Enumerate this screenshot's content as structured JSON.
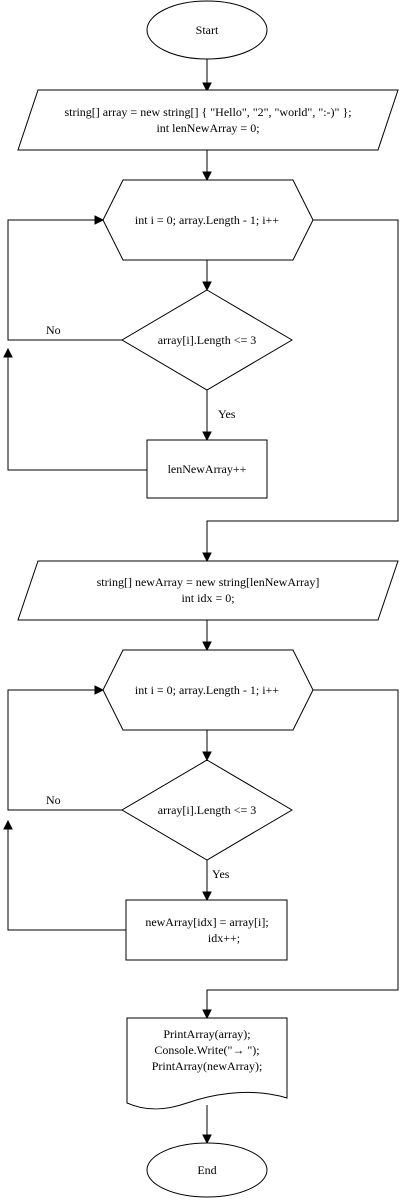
{
  "nodes": {
    "start": {
      "label": "Start"
    },
    "init_array": {
      "line1": "string[] array = new string[] {  \"Hello\", \"2\", \"world\", \":-)\" };",
      "line2": "int lenNewArray = 0;"
    },
    "loop1": {
      "label": "int i = 0;  array.Length - 1; i++"
    },
    "cond1": {
      "label": "array[i].Length <= 3"
    },
    "inc_len": {
      "label": "lenNewArray++"
    },
    "init_new_array": {
      "line1": "string[] newArray = new string[lenNewArray]",
      "line2": "int idx = 0;"
    },
    "loop2": {
      "label": "int i = 0;  array.Length - 1; i++"
    },
    "cond2": {
      "label": "array[i].Length <= 3"
    },
    "assign": {
      "line1": "newArray[idx] = array[i];",
      "line2": "idx++;"
    },
    "output": {
      "line1": "PrintArray(array);",
      "line2": "Console.Write(\"→ \");",
      "line3": "PrintArray(newArray);"
    },
    "end": {
      "label": "End"
    }
  },
  "edge_labels": {
    "cond1_no": "No",
    "cond1_yes": "Yes",
    "cond2_no": "No",
    "cond2_yes": "Yes"
  }
}
